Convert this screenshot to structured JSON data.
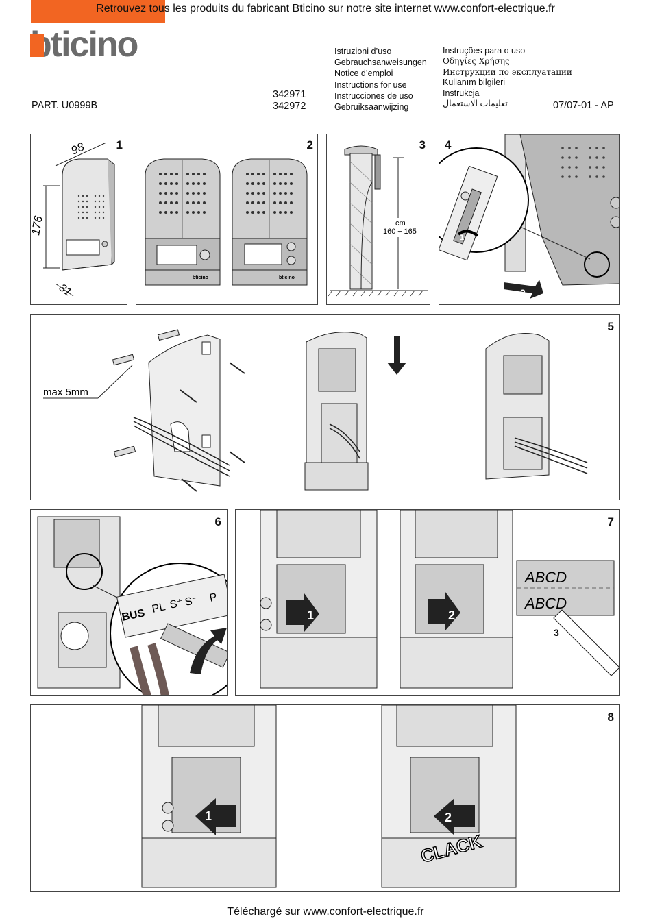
{
  "banner": "Retrouvez tous les produits du fabricant Bticino sur notre site internet www.confort-electrique.fr",
  "brand": "bticino",
  "part_number": "PART. U0999B",
  "codes": [
    "342971",
    "342972"
  ],
  "languages_left": [
    "Istruzioni d’uso",
    "Gebrauchsanweisungen",
    "Notice d’emploi",
    "Instructions for use",
    "Instrucciones de uso",
    "Gebruiksaanwijzing"
  ],
  "languages_right": [
    "Instruções para o uso",
    "Οδηγίες Χρήσης",
    "Инструкции по эксплуатации",
    "Kullanım bilgileri",
    "Instrukcja",
    "تعليمات الاستعمال"
  ],
  "date": "07/07-01 - AP",
  "steps": {
    "s1": "1",
    "s2": "2",
    "s3": "3",
    "s4": "4",
    "s5": "5",
    "s6": "6",
    "s7": "7",
    "s8": "8"
  },
  "dimensions": {
    "width": "98",
    "height": "176",
    "depth": "31"
  },
  "height_unit": "cm",
  "height_range": "160 ÷ 165",
  "screw_note": "max  5mm",
  "terminals": {
    "bus": "BUS",
    "pl": "PL",
    "s_plus": "S⁺",
    "s_minus": "S⁻",
    "p": "P"
  },
  "label_text": [
    "ABCD",
    "ABCD"
  ],
  "arrow_labels": {
    "a1": "1",
    "a2": "2"
  },
  "callout_3": "3",
  "plate_brand": "bticino",
  "clack": "CLACK",
  "footer": "Téléchargé sur www.confort-electrique.fr"
}
